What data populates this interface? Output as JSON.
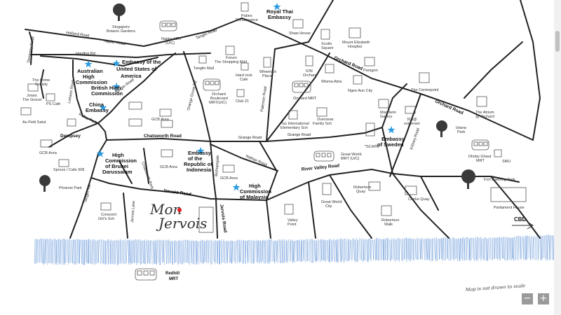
{
  "brand": {
    "line1": "Mon",
    "line2": "Jervois",
    "dot_color": "#e31b23"
  },
  "compass": {
    "cbd": "CBD"
  },
  "disclaimer": "Map is not drawn to scale",
  "controls": {
    "zoom_out": "−",
    "zoom_in": "+"
  },
  "colors": {
    "star": "#2a9be0",
    "river": "#5b8fd6",
    "road": "#222222"
  },
  "roads": {
    "holland": "Holland Road",
    "napier": "Napier Road",
    "tanglin": "Tanglin Road",
    "dempsey": "Dempsey Road",
    "harding": "Harding Rd",
    "loewen": "Loewen Road",
    "ridley": "Ridley Park",
    "orchard": "Orchard Road",
    "orchard2": "Orchard Road",
    "grange": "Grange Road",
    "grange2": "Grange Road",
    "cuscaden": "Orange Grove Rd",
    "paterson": "Paterson Road",
    "chatsworth": "Chatsworth Road",
    "river_valley": "River Valley Road",
    "jervois": "Jervois Road",
    "jervois2": "Jervois Road",
    "bishopsgate": "Bishopsgate",
    "nathan": "Nathan Road",
    "tanglin_hill": "Tanglin Hill",
    "chatsworth_park": "Chatsworth Park",
    "killiney": "Killiney Road",
    "jervois_lane": "Jervois Lane"
  },
  "embassies": {
    "royal_thai": [
      "Royal Thai",
      "Embassy"
    ],
    "us": [
      "Embassy of the",
      "United States of",
      "America"
    ],
    "australian": [
      "Australian",
      "High",
      "Commission"
    ],
    "british": [
      "British High",
      "Commission"
    ],
    "china": [
      "China",
      "Embassy"
    ],
    "brunei": [
      "High",
      "Commission",
      "of Brunei",
      "Darussalam"
    ],
    "indonesia": [
      "Embassy",
      "of the",
      "Republic of",
      "Indonesia"
    ],
    "malaysia": [
      "High",
      "Commission",
      "of Malaysia"
    ],
    "sweden": [
      "Embassy",
      "of Sweden"
    ]
  },
  "mrt": {
    "napier": [
      "Napier MRT",
      "(U/C)"
    ],
    "orchard_boulevard": [
      "Orchard",
      "Boulevard",
      "MRT(U/C)"
    ],
    "orchard": "Orchard MRT",
    "great_world": [
      "Great World",
      "MRT (U/C)"
    ],
    "dhoby": [
      "Dhoby Ghaut",
      "MRT"
    ],
    "redhill": [
      "Redhill",
      "MRT"
    ]
  },
  "places": {
    "botanic": [
      "Singapore",
      "Botanic Gardens"
    ],
    "pabes": [
      "Pabes",
      "Renaissance"
    ],
    "shaw": "Shaw House",
    "scotts": [
      "Scotts",
      "Square"
    ],
    "mount_e": [
      "Mount Elizabeth",
      "Hospital"
    ],
    "forum": [
      "Forum",
      "The Shopping Mall"
    ],
    "tanglin_mall": "Tanglin Mall",
    "hardrock": [
      "Hard rock",
      "Cafe"
    ],
    "wheelock": [
      "Wheelock",
      "Place"
    ],
    "ion": [
      "ION",
      "Orchard"
    ],
    "paragon": "Paragon",
    "wisma": "Wisma Atria",
    "ngee": "Ngee Ann City",
    "club21": "Club 21",
    "centrepoint": "The Centrepoint",
    "atrium": [
      "The Atrium",
      "@ Orchard"
    ],
    "prime": [
      "The Prime",
      "Society"
    ],
    "jones": [
      "Jones",
      "The Grocer"
    ],
    "ps": "PS Cafe",
    "au_petit": "Au Petit Salut",
    "dempsey": "Dempsey",
    "gcb1": "GCB Area",
    "gcb2": "GCB Area",
    "gcb3": "GCB Area",
    "gcb4": "GCB Area",
    "spruce": "Spruce / Cafe 308",
    "phoenix": "Phoenix Park",
    "iss": [
      "Iss International",
      "Elementary Sch"
    ],
    "overseas": [
      "Overseas",
      "Family Sch"
    ],
    "mandarin": [
      "Mandarin",
      "Gallery"
    ],
    "313": [
      "313@",
      "somerset"
    ],
    "scape": "*SCAPE",
    "istana": [
      "Istana",
      "Park"
    ],
    "smu": "SMU",
    "fort": "Fort Canning Park",
    "parliament": "Parliament House",
    "robertson_quay": [
      "Robertson",
      "Quay"
    ],
    "clarke": "Clarke Quay",
    "great_world_city": [
      "Great World",
      "City"
    ],
    "robertson_walk": [
      "Robertson",
      "Walk"
    ],
    "valley_point": [
      "Valley",
      "Point"
    ],
    "crescent": [
      "Crescent",
      "Girl's Sch"
    ]
  }
}
